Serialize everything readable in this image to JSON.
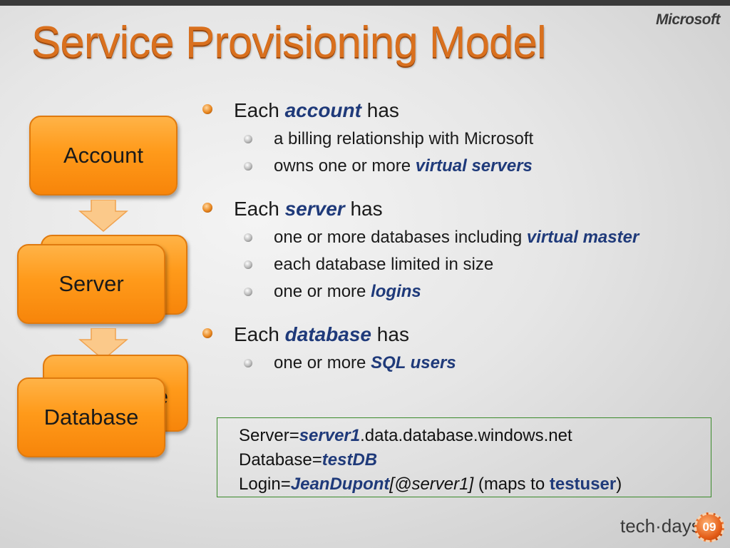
{
  "brand": {
    "logo": "Microsoft",
    "event": "tech·days",
    "year_badge": "09"
  },
  "title": "Service Provisioning Model",
  "diagram": {
    "account": "Account",
    "server": "Server",
    "database": "Database",
    "database_back_fragment": "e"
  },
  "bullets": [
    {
      "pre": "Each ",
      "em": "account",
      "post": " has",
      "subs": [
        {
          "pre": "a billing relationship with Microsoft",
          "em": ""
        },
        {
          "pre": "owns one or more ",
          "em": "virtual servers"
        }
      ]
    },
    {
      "pre": "Each ",
      "em": "server",
      "post": " has",
      "subs": [
        {
          "pre": "one or more databases including ",
          "em": "virtual master"
        },
        {
          "pre": "each database limited in size",
          "em": ""
        },
        {
          "pre": "one or more ",
          "em": "logins"
        }
      ]
    },
    {
      "pre": "Each ",
      "em": "database",
      "post": " has",
      "subs": [
        {
          "pre": "one or more ",
          "em": "SQL users"
        }
      ]
    }
  ],
  "connection": {
    "server_label": "Server=",
    "server_value": "server1",
    "server_suffix": ".data.database.windows.net",
    "database_label": "Database=",
    "database_value": "testDB",
    "login_label": "Login=",
    "login_value": "JeanDupont",
    "login_at": "[@server1]",
    "maps_pre": " (maps to ",
    "maps_value": "testuser",
    "maps_post": ")"
  },
  "colors": {
    "title": "#d9701e",
    "box_orange": "#ff9a1a",
    "emphasis": "#1f3a7a",
    "frame_green": "#3a8a2a"
  }
}
